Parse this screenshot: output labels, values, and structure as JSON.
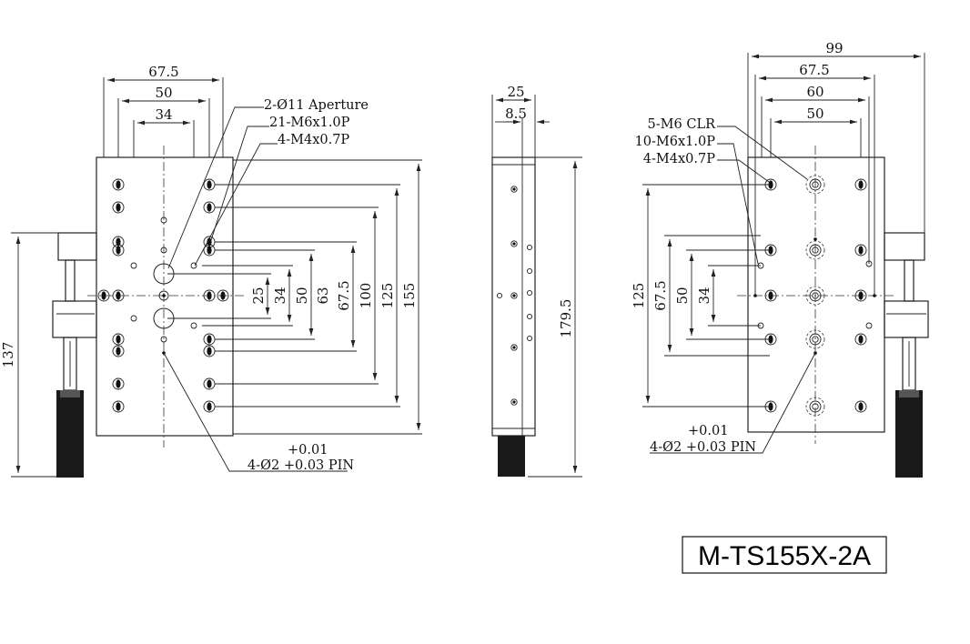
{
  "model": "M-TS155X-2A",
  "front_view": {
    "width_dims": [
      "67.5",
      "50",
      "34"
    ],
    "height_dims": [
      "25",
      "34",
      "50",
      "63",
      "67.5",
      "100",
      "125",
      "155"
    ],
    "overall_height": "137",
    "callouts": [
      "2-Ø11 Aperture",
      "21-M6x1.0P",
      "4-M4x0.7P"
    ],
    "tolerance": "+0.01",
    "pin": "4-Ø2 +0.03 PIN"
  },
  "side_view": {
    "width_dims": [
      "25",
      "8.5"
    ],
    "height": "179.5"
  },
  "back_view": {
    "width_dims": [
      "99",
      "67.5",
      "60",
      "50"
    ],
    "height_dims": [
      "125",
      "67.5",
      "50",
      "34"
    ],
    "callouts": [
      "5-M6 CLR",
      "10-M6x1.0P",
      "4-M4x0.7P"
    ],
    "tolerance": "+0.01",
    "pin": "4-Ø2 +0.03 PIN"
  }
}
